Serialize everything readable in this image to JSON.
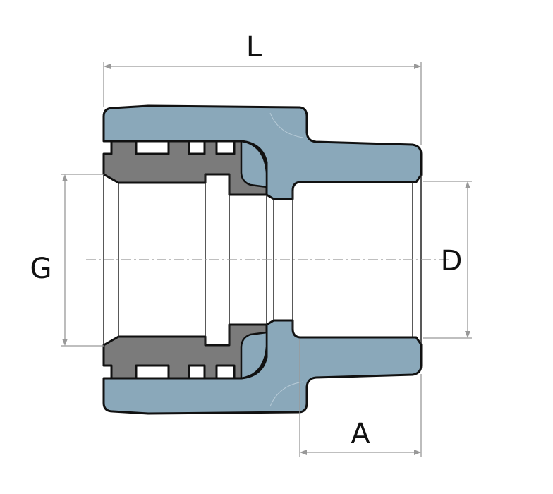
{
  "diagram": {
    "type": "pipe fitting cross-section",
    "colors": {
      "body": "#8aa8ba",
      "insert": "#7b7b7b",
      "outline": "#111111",
      "dimension": "#999999"
    },
    "labels": {
      "length": "L",
      "thread": "G",
      "diameter": "D",
      "socket": "A"
    }
  }
}
